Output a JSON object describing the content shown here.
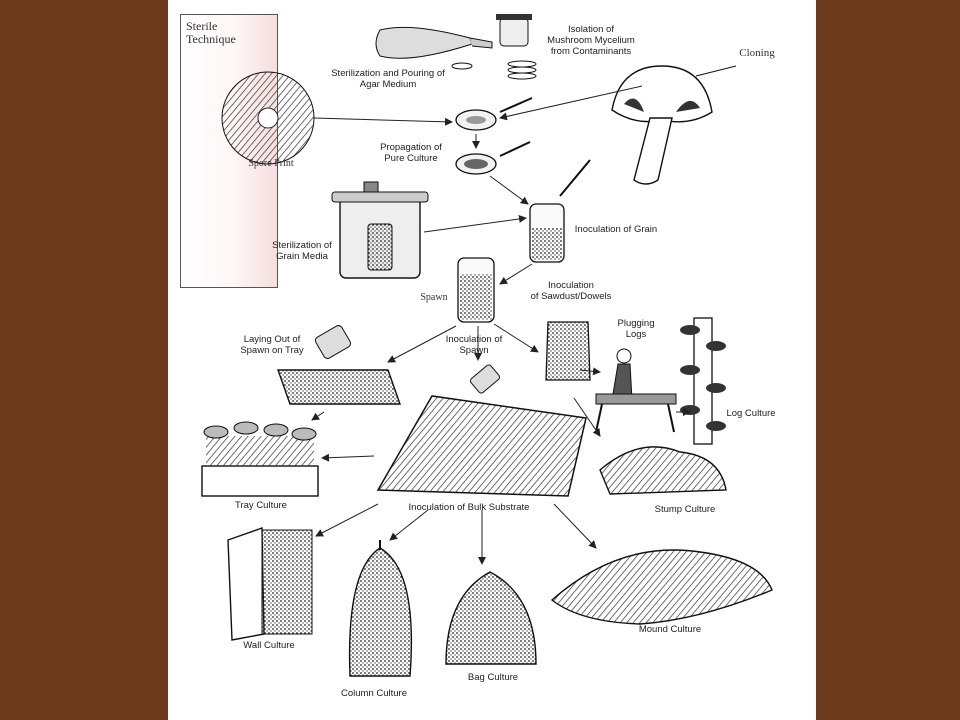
{
  "labels": {
    "sterile_technique": "Sterile\nTechnique",
    "isolation": "Isolation of\nMushroom Mycelium\nfrom Contaminants",
    "cloning": "Cloning",
    "sterilization_agar": "Sterilization and Pouring of\nAgar Medium",
    "spore_print": "Spore Print",
    "propagation": "Propagation of\nPure Culture",
    "sterilization_grain": "Sterilization of\nGrain Media",
    "inoculation_grain": "Inoculation of Grain",
    "spawn": "Spawn",
    "inoculation_sawdust": "Inoculation\nof Sawdust/Dowels",
    "laying_out": "Laying Out of\nSpawn on Tray",
    "inoculation_spawn": "Inoculation of\nSpawn",
    "plugging_logs": "Plugging\nLogs",
    "log_culture": "Log Culture",
    "tray_culture": "Tray Culture",
    "stump_culture": "Stump Culture",
    "bulk_substrate": "Inoculation of Bulk Substrate",
    "wall_culture": "Wall Culture",
    "mound_culture": "Mound Culture",
    "column_culture": "Column Culture",
    "bag_culture": "Bag Culture"
  }
}
